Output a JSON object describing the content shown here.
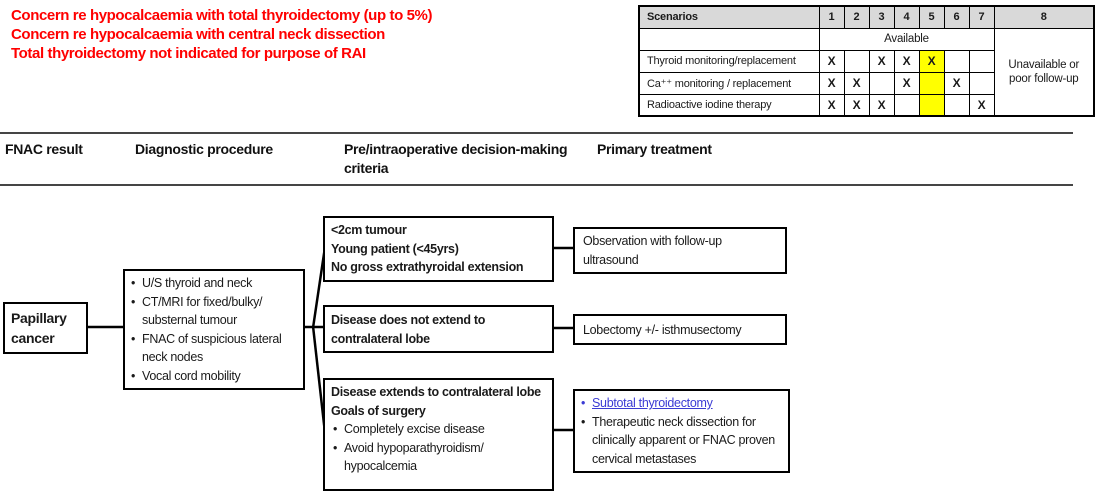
{
  "notes": {
    "lines": [
      "Concern re hypocalcaemia with total thyroidectomy (up to 5%)",
      "Concern re hypocalcaemia with central neck dissection",
      "Total thyroidectomy not indicated for purpose of RAI"
    ]
  },
  "scenarios_table": {
    "title": "Scenarios",
    "columns": [
      "1",
      "2",
      "3",
      "4",
      "5",
      "6",
      "7",
      "8"
    ],
    "available_label": "Available",
    "unavailable_label": "Unavailable or poor follow-up",
    "rows": [
      {
        "label": "Thyroid monitoring/replacement",
        "cells": [
          "X",
          "",
          "X",
          "X",
          "X",
          "",
          ""
        ]
      },
      {
        "label": "Ca⁺⁺ monitoring / replacement",
        "cells": [
          "X",
          "X",
          "",
          "X",
          "",
          "X",
          ""
        ]
      },
      {
        "label": "Radioactive iodine therapy",
        "cells": [
          "X",
          "X",
          "X",
          "",
          "",
          "",
          "X"
        ]
      }
    ],
    "highlight_column": 5
  },
  "column_headers": {
    "fnac": "FNAC result",
    "diagnostic": "Diagnostic procedure",
    "criteria": "Pre/intraoperative decision-making criteria",
    "treatment": "Primary treatment"
  },
  "flowchart": {
    "fnac_result": "Papillary cancer",
    "diagnostic_bullets": [
      "U/S thyroid and neck",
      "CT/MRI for fixed/bulky/ substernal tumour",
      "FNAC of suspicious lateral neck nodes",
      "Vocal cord mobility"
    ],
    "branch1": {
      "criteria_lines": [
        "<2cm tumour",
        "Young patient (<45yrs)",
        "No gross extrathyroidal extension"
      ],
      "treatment": "Observation with follow-up ultrasound"
    },
    "branch2": {
      "criteria": "Disease does not extend to contralateral lobe",
      "treatment": "Lobectomy +/- isthmusectomy"
    },
    "branch3": {
      "criteria_heading": "Disease extends to contralateral lobe",
      "criteria_subheading": "Goals of surgery",
      "criteria_bullets": [
        "Completely excise disease",
        "Avoid hypoparathyroidism/ hypocalcemia"
      ],
      "treatment_link": "Subtotal thyroidectomy",
      "treatment_bullet": "Therapeutic neck dissection for clinically apparent or FNAC proven cervical metastases"
    }
  },
  "colors": {
    "note_red": "#ff0000",
    "link_blue": "#3b3bd4",
    "highlight_yellow": "#ffff00",
    "table_header_gray": "#d9d9d9"
  }
}
